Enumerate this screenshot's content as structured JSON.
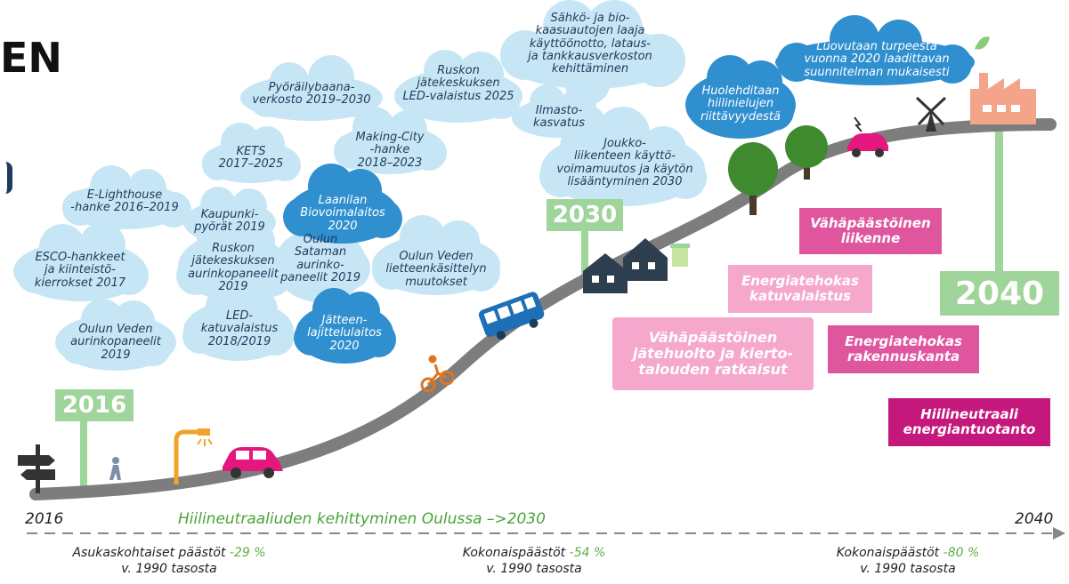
{
  "header_fragment": "EN",
  "clouds": [
    {
      "id": "c1",
      "text": "Pyöräilybaana-\nverkosto 2019–2030",
      "dark": false
    },
    {
      "id": "c2",
      "text": "Ruskon\njätekeskuksen\nLED-valaistus 2025",
      "dark": false
    },
    {
      "id": "c3",
      "text": "Sähkö- ja bio-\nkaasuautojen laaja\nkäyttöönotto, lataus-\nja tankkausverkoston\nkehittäminen",
      "dark": false
    },
    {
      "id": "c4",
      "text": "Luovutaan turpeesta\nvuonna 2020 laadittavan\nsuunnitelman mukaisesti",
      "dark": true
    },
    {
      "id": "c5",
      "text": "Huolehditaan\nhiilinielujen\nriittävyydestä",
      "dark": true
    },
    {
      "id": "c6",
      "text": "Ilmasto-\nkasvatus",
      "dark": false
    },
    {
      "id": "c7",
      "text": "KETS\n2017–2025",
      "dark": false
    },
    {
      "id": "c8",
      "text": "Making-City\n-hanke\n2018–2023",
      "dark": false
    },
    {
      "id": "c9",
      "text": "Joukko-\nliikenteen käyttö-\nvoimamuutos ja käytön\nlisääntyminen 2030",
      "dark": false
    },
    {
      "id": "c10",
      "text": "E-Lighthouse\n-hanke 2016–2019",
      "dark": false
    },
    {
      "id": "c11",
      "text": "Laanilan\nBiovoimalaitos\n2020",
      "dark": true
    },
    {
      "id": "c12",
      "text": "Kaupunki-\npyörät 2019",
      "dark": false
    },
    {
      "id": "c13",
      "text": "ESCO-hankkeet\nja kiinteistö-\nkierrokset 2017",
      "dark": false
    },
    {
      "id": "c14",
      "text": "Ruskon\njätekeskuksen\naurinkopaneelit\n2019",
      "dark": false
    },
    {
      "id": "c15",
      "text": "Oulun\nSataman\naurinko-\npaneelit 2019",
      "dark": false
    },
    {
      "id": "c16",
      "text": "Oulun Veden\nlietteenkäsittelyn\nmuutokset",
      "dark": false
    },
    {
      "id": "c17",
      "text": "Oulun Veden\naurinkopaneelit\n2019",
      "dark": false
    },
    {
      "id": "c18",
      "text": "LED-\nkatuvalaistus\n2018/2019",
      "dark": false
    },
    {
      "id": "c19",
      "text": "Jätteen-\nlajittelulaitos\n2020",
      "dark": true
    }
  ],
  "pink_boxes": [
    {
      "id": "b1",
      "text": "Vähäpäästöinen\nliikenne",
      "color": "#e0569e"
    },
    {
      "id": "b2",
      "text": "Energiatehokas\nkatuvalaistus",
      "color": "#f5a8cc"
    },
    {
      "id": "b3",
      "text": "Vähäpäästöinen\njätehuolto ja kierto-\ntalouden ratkaisut",
      "color": "#f5a8cc"
    },
    {
      "id": "b4",
      "text": "Energiatehokas\nrakennuskanta",
      "color": "#e0569e"
    },
    {
      "id": "b5",
      "text": "Hiilineutraali\nenergiantuotanto",
      "color": "#c4187c"
    }
  ],
  "milestones": {
    "y2016": "2016",
    "y2030": "2030",
    "y2040": "2040"
  },
  "timeline": {
    "start": "2016",
    "title": "Hiilineutraaliuden kehittyminen Oulussa –>2030",
    "end": "2040"
  },
  "stats": [
    {
      "label": "Asukaskohtaiset päästöt",
      "value": "-29 %",
      "sub": "v. 1990 tasosta"
    },
    {
      "label": "Kokonaispäästöt",
      "value": "-54 %",
      "sub": "v. 1990 tasosta"
    },
    {
      "label": "Kokonaispäästöt",
      "value": "-80 %",
      "sub": "v. 1990 tasosta"
    }
  ],
  "colors": {
    "cloud_light": "#c7e6f5",
    "cloud_dark": "#2f8fcf",
    "milestone_green": "#9fd49a",
    "road": "#7d7d7d",
    "timeline_green": "#4aa33a",
    "pink_dark": "#e0569e",
    "pink_light": "#f5a8cc",
    "magenta": "#c4187c"
  }
}
